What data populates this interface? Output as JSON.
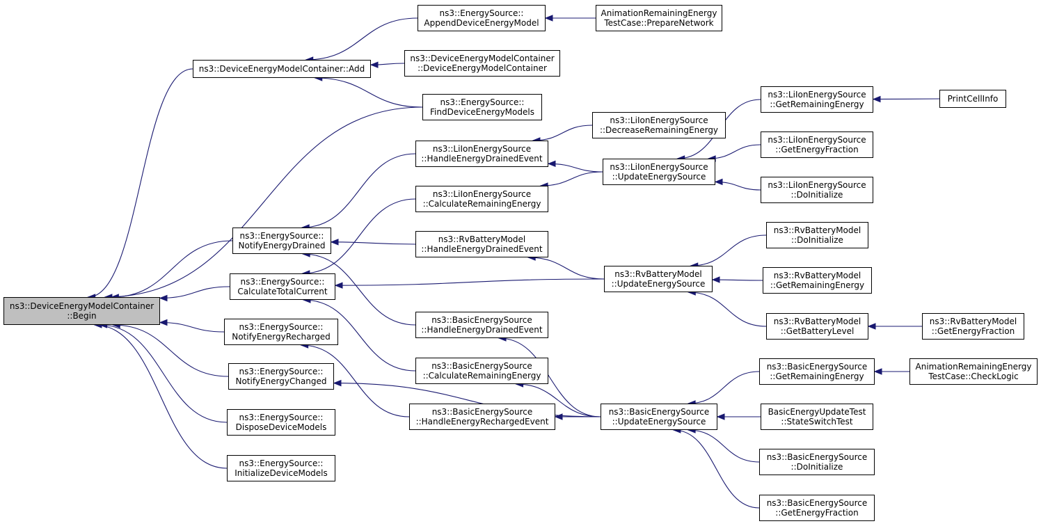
{
  "colors": {
    "edge": "#191970",
    "node_border": "#000000",
    "node_fill": "#ffffff",
    "root_fill": "#bfbfbf"
  },
  "nodes": {
    "root": [
      "ns3::DeviceEnergyModelContainer",
      "::Begin"
    ],
    "add": [
      "ns3::DeviceEnergyModelContainer::Add"
    ],
    "appendDev": [
      "ns3::EnergySource::",
      "AppendDeviceEnergyModel"
    ],
    "animPrepare": [
      "AnimationRemainingEnergy",
      "TestCase::PrepareNetwork"
    ],
    "devCtor": [
      "ns3::DeviceEnergyModelContainer",
      "::DeviceEnergyModelContainer"
    ],
    "findDev": [
      "ns3::EnergySource::",
      "FindDeviceEnergyModels"
    ],
    "notifyDrained": [
      "ns3::EnergySource::",
      "NotifyEnergyDrained"
    ],
    "calcTotal": [
      "ns3::EnergySource::",
      "CalculateTotalCurrent"
    ],
    "notifyRecharged": [
      "ns3::EnergySource::",
      "NotifyEnergyRecharged"
    ],
    "notifyChanged": [
      "ns3::EnergySource::",
      "NotifyEnergyChanged"
    ],
    "dispose": [
      "ns3::EnergySource::",
      "DisposeDeviceModels"
    ],
    "initDev": [
      "ns3::EnergySource::",
      "InitializeDeviceModels"
    ],
    "liHandleDrained": [
      "ns3::LiIonEnergySource",
      "::HandleEnergyDrainedEvent"
    ],
    "liCalcRemaining": [
      "ns3::LiIonEnergySource",
      "::CalculateRemainingEnergy"
    ],
    "rvHandleDrained": [
      "ns3::RvBatteryModel",
      "::HandleEnergyDrainedEvent"
    ],
    "basicHandleDrained": [
      "ns3::BasicEnergySource",
      "::HandleEnergyDrainedEvent"
    ],
    "basicCalcRemaining": [
      "ns3::BasicEnergySource",
      "::CalculateRemainingEnergy"
    ],
    "basicHandleRecharged": [
      "ns3::BasicEnergySource",
      "::HandleEnergyRechargedEvent"
    ],
    "liDecrease": [
      "ns3::LiIonEnergySource",
      "::DecreaseRemainingEnergy"
    ],
    "liUpdate": [
      "ns3::LiIonEnergySource",
      "::UpdateEnergySource"
    ],
    "rvUpdate": [
      "ns3::RvBatteryModel",
      "::UpdateEnergySource"
    ],
    "basicUpdate": [
      "ns3::BasicEnergySource",
      "::UpdateEnergySource"
    ],
    "liGetRemaining": [
      "ns3::LiIonEnergySource",
      "::GetRemainingEnergy"
    ],
    "liGetFraction": [
      "ns3::LiIonEnergySource",
      "::GetEnergyFraction"
    ],
    "liDoInit": [
      "ns3::LiIonEnergySource",
      "::DoInitialize"
    ],
    "rvDoInit": [
      "ns3::RvBatteryModel",
      "::DoInitialize"
    ],
    "rvGetRemaining": [
      "ns3::RvBatteryModel",
      "::GetRemainingEnergy"
    ],
    "rvGetBattery": [
      "ns3::RvBatteryModel",
      "::GetBatteryLevel"
    ],
    "basicGetRemaining": [
      "ns3::BasicEnergySource",
      "::GetRemainingEnergy"
    ],
    "basicStateSwitch": [
      "BasicEnergyUpdateTest",
      "::StateSwitchTest"
    ],
    "basicDoInit": [
      "ns3::BasicEnergySource",
      "::DoInitialize"
    ],
    "basicGetFraction": [
      "ns3::BasicEnergySource",
      "::GetEnergyFraction"
    ],
    "printCell": [
      "PrintCellInfo"
    ],
    "rvGetFraction": [
      "ns3::RvBatteryModel",
      "::GetEnergyFraction"
    ],
    "animCheck": [
      "AnimationRemainingEnergy",
      "TestCase::CheckLogic"
    ]
  },
  "edges": [
    [
      "add",
      "root"
    ],
    [
      "findDev",
      "root"
    ],
    [
      "notifyDrained",
      "root"
    ],
    [
      "calcTotal",
      "root"
    ],
    [
      "notifyRecharged",
      "root"
    ],
    [
      "notifyChanged",
      "root"
    ],
    [
      "dispose",
      "root"
    ],
    [
      "initDev",
      "root"
    ],
    [
      "appendDev",
      "add"
    ],
    [
      "devCtor",
      "add"
    ],
    [
      "findDev",
      "add"
    ],
    [
      "animPrepare",
      "appendDev"
    ],
    [
      "liHandleDrained",
      "notifyDrained"
    ],
    [
      "rvHandleDrained",
      "notifyDrained"
    ],
    [
      "basicHandleDrained",
      "notifyDrained"
    ],
    [
      "liCalcRemaining",
      "calcTotal"
    ],
    [
      "rvUpdate",
      "calcTotal"
    ],
    [
      "basicCalcRemaining",
      "calcTotal"
    ],
    [
      "basicHandleRecharged",
      "notifyRecharged"
    ],
    [
      "basicUpdate",
      "notifyChanged"
    ],
    [
      "liDecrease",
      "liHandleDrained"
    ],
    [
      "liUpdate",
      "liHandleDrained"
    ],
    [
      "liUpdate",
      "liCalcRemaining"
    ],
    [
      "rvUpdate",
      "rvHandleDrained"
    ],
    [
      "basicUpdate",
      "basicHandleDrained"
    ],
    [
      "basicUpdate",
      "basicCalcRemaining"
    ],
    [
      "basicUpdate",
      "basicHandleRecharged"
    ],
    [
      "liGetRemaining",
      "liUpdate"
    ],
    [
      "liGetFraction",
      "liUpdate"
    ],
    [
      "liDoInit",
      "liUpdate"
    ],
    [
      "printCell",
      "liGetRemaining"
    ],
    [
      "rvDoInit",
      "rvUpdate"
    ],
    [
      "rvGetRemaining",
      "rvUpdate"
    ],
    [
      "rvGetBattery",
      "rvUpdate"
    ],
    [
      "rvGetFraction",
      "rvGetBattery"
    ],
    [
      "basicGetRemaining",
      "basicUpdate"
    ],
    [
      "basicStateSwitch",
      "basicUpdate"
    ],
    [
      "basicDoInit",
      "basicUpdate"
    ],
    [
      "basicGetFraction",
      "basicUpdate"
    ],
    [
      "animCheck",
      "basicGetRemaining"
    ]
  ]
}
